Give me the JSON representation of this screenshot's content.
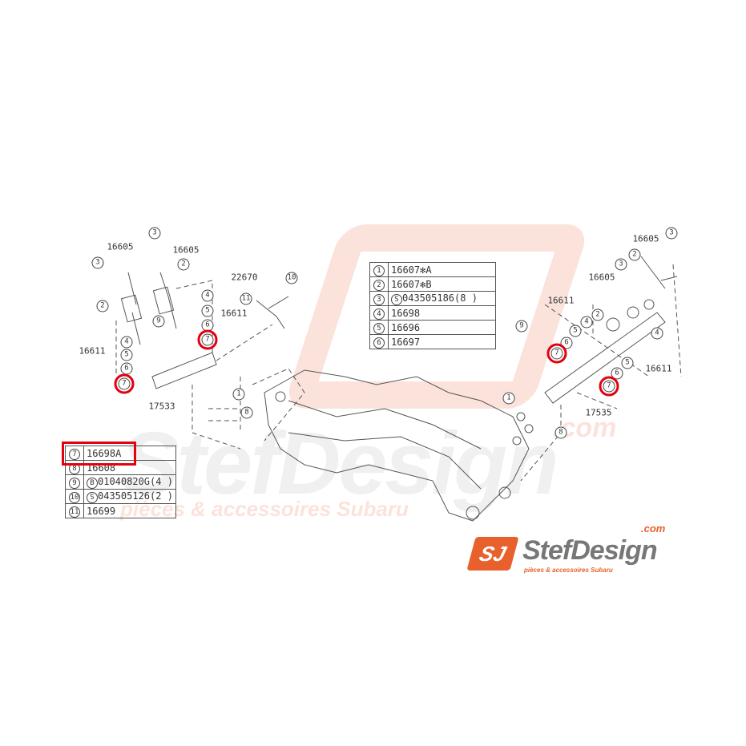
{
  "watermark": {
    "brand": "StefDesign",
    "domain": ".com",
    "tagline": "pièces & accessoires Subaru"
  },
  "logo": {
    "mark": "SJ",
    "name": "StefDesign",
    "domain": ".com",
    "tagline": "pièces & accessoires Subaru",
    "accent_color": "#e8602c"
  },
  "highlight_color": "#e3000f",
  "table_top": [
    {
      "num": "1",
      "part": "16607✻A"
    },
    {
      "num": "2",
      "part": "16607✻B"
    },
    {
      "num": "3",
      "prefix": "S",
      "part": "043505186(8 )"
    },
    {
      "num": "4",
      "part": "16698"
    },
    {
      "num": "5",
      "part": "16696"
    },
    {
      "num": "6",
      "part": "16697"
    }
  ],
  "table_bottom": [
    {
      "num": "7",
      "part": "16698A",
      "highlighted": true
    },
    {
      "num": "8",
      "part": "16608"
    },
    {
      "num": "9",
      "prefix": "B",
      "part": "01040820G(4 )"
    },
    {
      "num": "10",
      "prefix": "S",
      "part": "043505126(2 )"
    },
    {
      "num": "11",
      "part": "16699"
    }
  ],
  "part_labels": [
    {
      "text": "16605"
    },
    {
      "text": "16605"
    },
    {
      "text": "22670"
    },
    {
      "text": "16611"
    },
    {
      "text": "16611"
    },
    {
      "text": "17533"
    },
    {
      "text": "16605"
    },
    {
      "text": "16605"
    },
    {
      "text": "16611"
    },
    {
      "text": "16611"
    },
    {
      "text": "17535"
    }
  ],
  "callouts": [
    {
      "num": "3"
    },
    {
      "num": "3"
    },
    {
      "num": "2"
    },
    {
      "num": "2"
    },
    {
      "num": "11"
    },
    {
      "num": "10"
    },
    {
      "num": "4"
    },
    {
      "num": "5"
    },
    {
      "num": "9"
    },
    {
      "num": "6"
    },
    {
      "num": "7",
      "highlighted": true
    },
    {
      "num": "4"
    },
    {
      "num": "5"
    },
    {
      "num": "6"
    },
    {
      "num": "7",
      "highlighted": true
    },
    {
      "num": "1"
    },
    {
      "num": "8"
    },
    {
      "num": "3"
    },
    {
      "num": "2"
    },
    {
      "num": "3"
    },
    {
      "num": "2"
    },
    {
      "num": "9"
    },
    {
      "num": "4"
    },
    {
      "num": "5"
    },
    {
      "num": "6"
    },
    {
      "num": "7",
      "highlighted": true
    },
    {
      "num": "4"
    },
    {
      "num": "5"
    },
    {
      "num": "6"
    },
    {
      "num": "7",
      "highlighted": true
    },
    {
      "num": "1"
    },
    {
      "num": "8"
    }
  ]
}
